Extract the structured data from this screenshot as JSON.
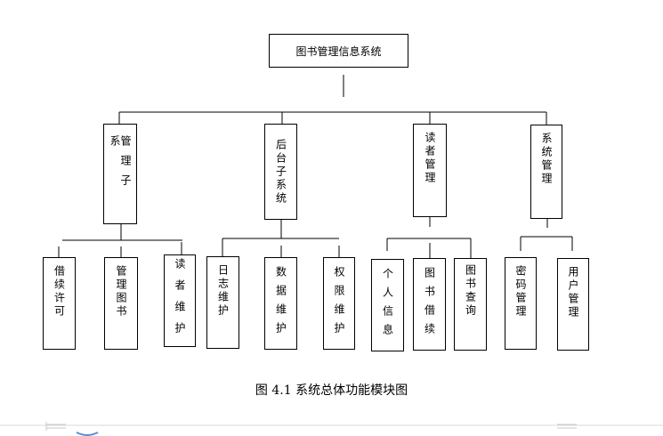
{
  "diagram": {
    "root": "图书管理信息系统",
    "modules": [
      {
        "label": "管理子系",
        "children": [
          "借续许可",
          "管理图书",
          "读者维护"
        ]
      },
      {
        "label": "后台子系统",
        "children": [
          "日志维护",
          "数据维护",
          "权限维护"
        ]
      },
      {
        "label": "读者管理",
        "children": [
          "个人信息",
          "图书借续",
          "图书查询"
        ]
      },
      {
        "label": "系统管理",
        "children": [
          "密码管理",
          "用户管理"
        ]
      }
    ],
    "caption": "图 4.1  系统总体功能模块图"
  }
}
